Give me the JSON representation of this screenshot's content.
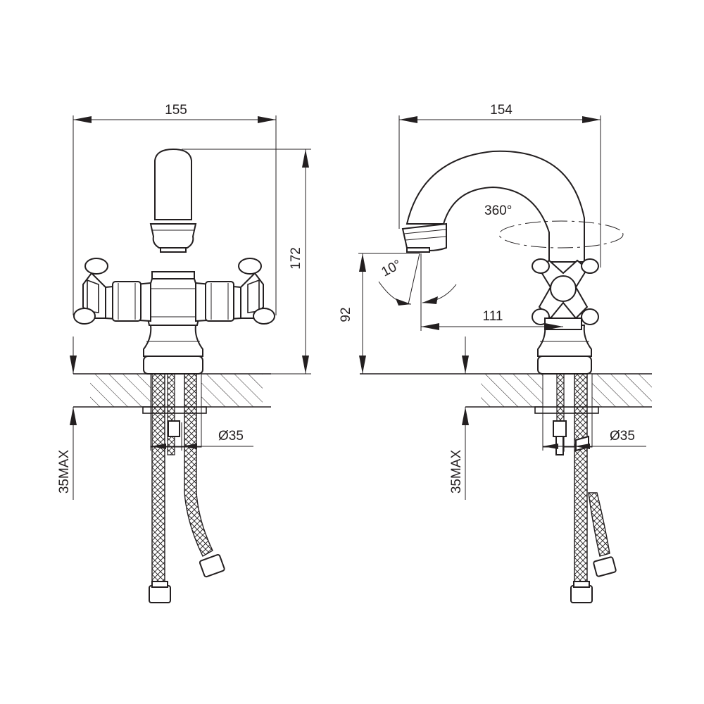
{
  "front_view": {
    "width_label": "155",
    "height_label": "172",
    "diameter_label": "Ø35",
    "max_label": "35MAX"
  },
  "side_view": {
    "reach_label": "154",
    "rotation_label": "360°",
    "tilt_label": "10°",
    "spout_height_label": "92",
    "spout_reach_label": "111",
    "diameter_label": "Ø35",
    "max_label": "35MAX"
  },
  "colors": {
    "line": "#231f20",
    "background": "#ffffff"
  }
}
